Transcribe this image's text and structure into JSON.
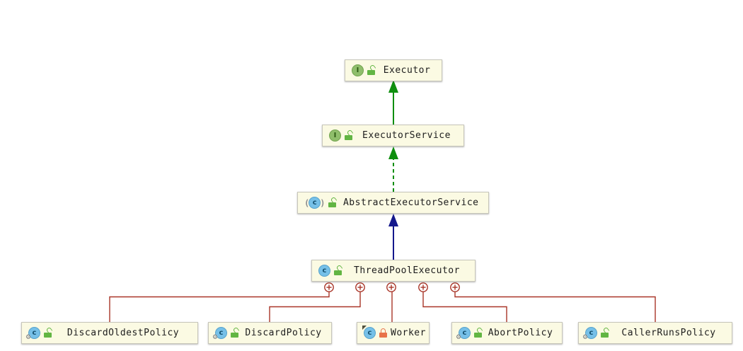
{
  "diagram": {
    "kind": "uml-class-diagram",
    "nodes": [
      {
        "label": "Executor",
        "type": "interface",
        "visibility": "public",
        "modifiers": []
      },
      {
        "label": "ExecutorService",
        "type": "interface",
        "visibility": "public",
        "modifiers": []
      },
      {
        "label": "AbstractExecutorService",
        "type": "abstract-class",
        "visibility": "public",
        "modifiers": [
          "abstract"
        ]
      },
      {
        "label": "ThreadPoolExecutor",
        "type": "class",
        "visibility": "public",
        "modifiers": []
      },
      {
        "label": "DiscardOldestPolicy",
        "type": "class",
        "visibility": "public",
        "modifiers": [
          "static"
        ]
      },
      {
        "label": "DiscardPolicy",
        "type": "class",
        "visibility": "public",
        "modifiers": [
          "static"
        ]
      },
      {
        "label": "Worker",
        "type": "class",
        "visibility": "private",
        "modifiers": [
          "final"
        ]
      },
      {
        "label": "AbortPolicy",
        "type": "class",
        "visibility": "public",
        "modifiers": [
          "static"
        ]
      },
      {
        "label": "CallerRunsPolicy",
        "type": "class",
        "visibility": "public",
        "modifiers": [
          "static"
        ]
      }
    ],
    "edges": [
      {
        "from": "ExecutorService",
        "to": "Executor",
        "relation": "extends",
        "line": "solid",
        "color": "#0E8E0E"
      },
      {
        "from": "AbstractExecutorService",
        "to": "ExecutorService",
        "relation": "implements",
        "line": "dashed",
        "color": "#0E8E0E"
      },
      {
        "from": "ThreadPoolExecutor",
        "to": "AbstractExecutorService",
        "relation": "extends",
        "line": "solid",
        "color": "#14188C"
      },
      {
        "from": "ThreadPoolExecutor",
        "to": "DiscardOldestPolicy",
        "relation": "inner-class",
        "line": "solid",
        "color": "#A93528"
      },
      {
        "from": "ThreadPoolExecutor",
        "to": "DiscardPolicy",
        "relation": "inner-class",
        "line": "solid",
        "color": "#A93528"
      },
      {
        "from": "ThreadPoolExecutor",
        "to": "Worker",
        "relation": "inner-class",
        "line": "solid",
        "color": "#A93528"
      },
      {
        "from": "ThreadPoolExecutor",
        "to": "AbortPolicy",
        "relation": "inner-class",
        "line": "solid",
        "color": "#A93528"
      },
      {
        "from": "ThreadPoolExecutor",
        "to": "CallerRunsPolicy",
        "relation": "inner-class",
        "line": "solid",
        "color": "#A93528"
      }
    ],
    "colors": {
      "node_fill": "#FBFAE3",
      "node_border": "#C7C6BA",
      "interface_icon": "#8FBE6B",
      "class_icon": "#76C0E8",
      "public_lock": "#62B543",
      "private_lock": "#E8734A",
      "extends_interface_arrow": "#0E8E0E",
      "extends_class_arrow": "#14188C",
      "inner_class_edge": "#A93528"
    }
  },
  "icons": {
    "interface_letter": "I",
    "class_letter": "c"
  }
}
